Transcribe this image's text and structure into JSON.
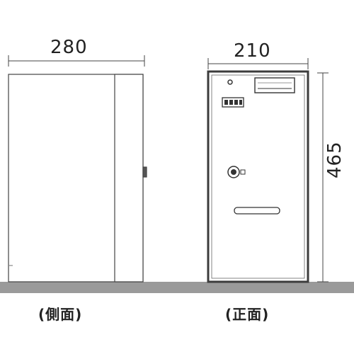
{
  "dimensions": {
    "width_side": "280",
    "width_front": "210",
    "height": "465"
  },
  "captions": {
    "side": "(側面)",
    "front": "(正面)"
  },
  "colors": {
    "line": "#444444",
    "ground": "#9a9a9a",
    "frame": "#3c3c3c"
  }
}
